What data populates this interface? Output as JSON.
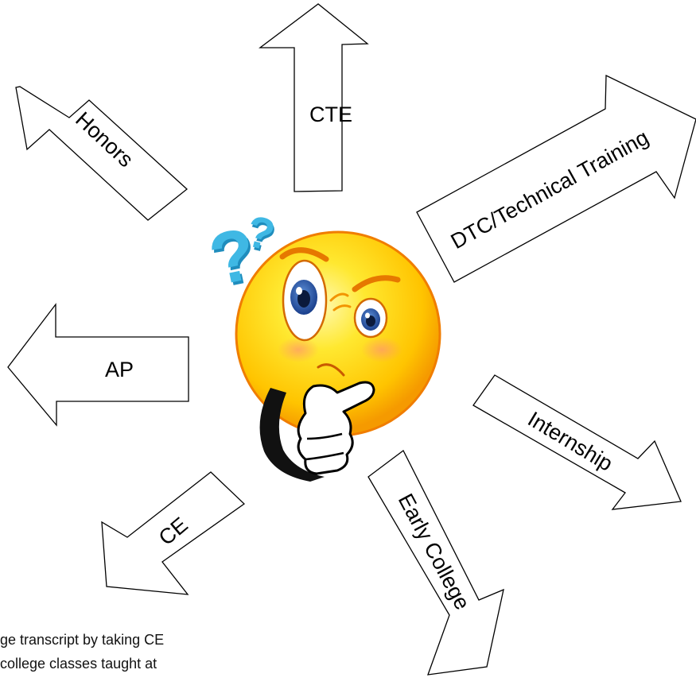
{
  "diagram": {
    "arrows": [
      {
        "id": "cte",
        "label": "CTE"
      },
      {
        "id": "honors",
        "label": "Honors"
      },
      {
        "id": "dtc",
        "label": "DTC/Technical Training"
      },
      {
        "id": "ap",
        "label": "AP"
      },
      {
        "id": "internship",
        "label": "Internship"
      },
      {
        "id": "ce",
        "label": "CE"
      },
      {
        "id": "early-college",
        "label": "Early College"
      }
    ],
    "caption_lines": [
      "ge transcript by taking CE",
      "college classes taught at"
    ]
  },
  "colors": {
    "arrow_fill": "#ffffff",
    "arrow_stroke": "#000000",
    "face": "#ffd400",
    "face_edge": "#f07d00",
    "question_mark": "#2fa9d6"
  },
  "icons": {
    "center": "thinking-face-icon",
    "question": "question-mark-icon"
  }
}
